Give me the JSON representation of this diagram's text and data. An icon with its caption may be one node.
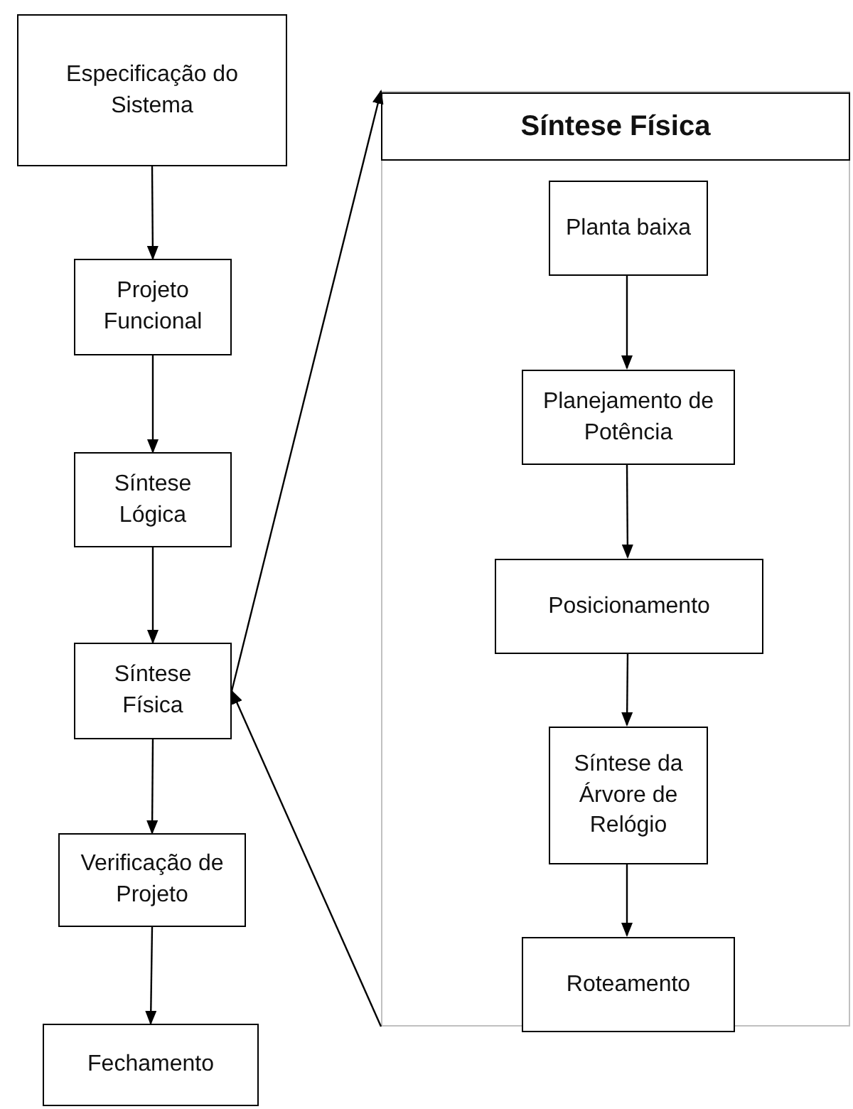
{
  "diagram": {
    "nodes": [
      {
        "text": [
          "Especificação do Sistema"
        ]
      },
      {
        "text": [
          "Projeto Funcional"
        ]
      },
      {
        "text": [
          "Síntese Lógica"
        ]
      },
      {
        "text": [
          "Síntese Física"
        ]
      },
      {
        "text": [
          "Verificação de Projeto"
        ]
      },
      {
        "text": [
          "Fechamento"
        ]
      },
      {
        "text": [
          "Síntese Física"
        ]
      },
      {
        "text": [
          "Planta baixa"
        ],
        "in": 6
      },
      {
        "text": [
          "Planejamento de Potência"
        ],
        "in": 6
      },
      {
        "text": [
          "Posicionamento"
        ],
        "in": 6
      },
      {
        "text": [
          "Síntese da Árvore de Relógio"
        ],
        "in": 6
      },
      {
        "text": [
          "Roteamento"
        ],
        "in": 6
      }
    ],
    "edges": [
      {
        "from": 0,
        "to": 1,
        "arrow": "to"
      },
      {
        "from": 1,
        "to": 2,
        "arrow": "to"
      },
      {
        "from": 2,
        "to": 3,
        "arrow": "to"
      },
      {
        "from": 3,
        "to": 4,
        "arrow": "to"
      },
      {
        "from": 4,
        "to": 5,
        "arrow": "to"
      },
      {
        "from": 3,
        "to": 6,
        "arrow": "to"
      },
      {
        "from": 6,
        "to": 3,
        "arrow": "to"
      },
      {
        "from": 7,
        "to": 8,
        "arrow": "to"
      },
      {
        "from": 8,
        "to": 9,
        "arrow": "to"
      },
      {
        "from": 9,
        "to": 10,
        "arrow": "to"
      },
      {
        "from": 10,
        "to": 11,
        "arrow": "to"
      }
    ]
  }
}
